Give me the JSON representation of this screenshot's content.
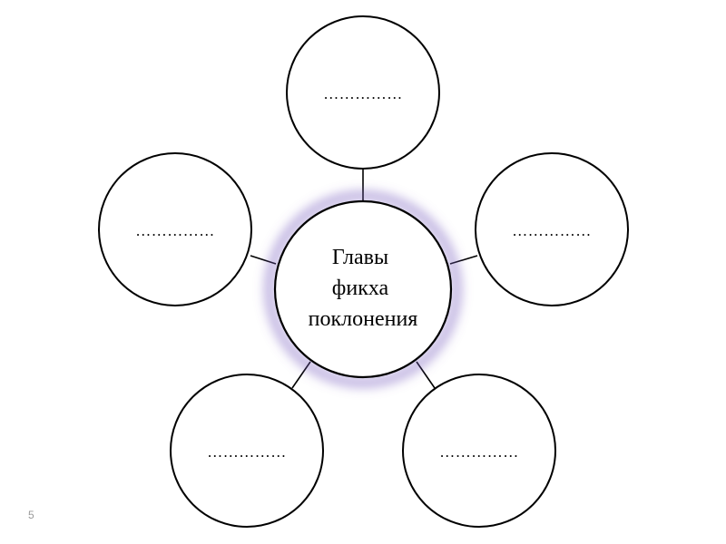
{
  "center": {
    "lines": [
      "Главы",
      "фикха",
      "поклонения"
    ],
    "glow_color": "#7a5fc0"
  },
  "satellites": [
    {
      "id": "top",
      "text": "……………"
    },
    {
      "id": "left",
      "text": "……………"
    },
    {
      "id": "right",
      "text": "……………"
    },
    {
      "id": "bottom-left",
      "text": "……………"
    },
    {
      "id": "bottom-right",
      "text": "……………"
    }
  ],
  "page_number": "5"
}
